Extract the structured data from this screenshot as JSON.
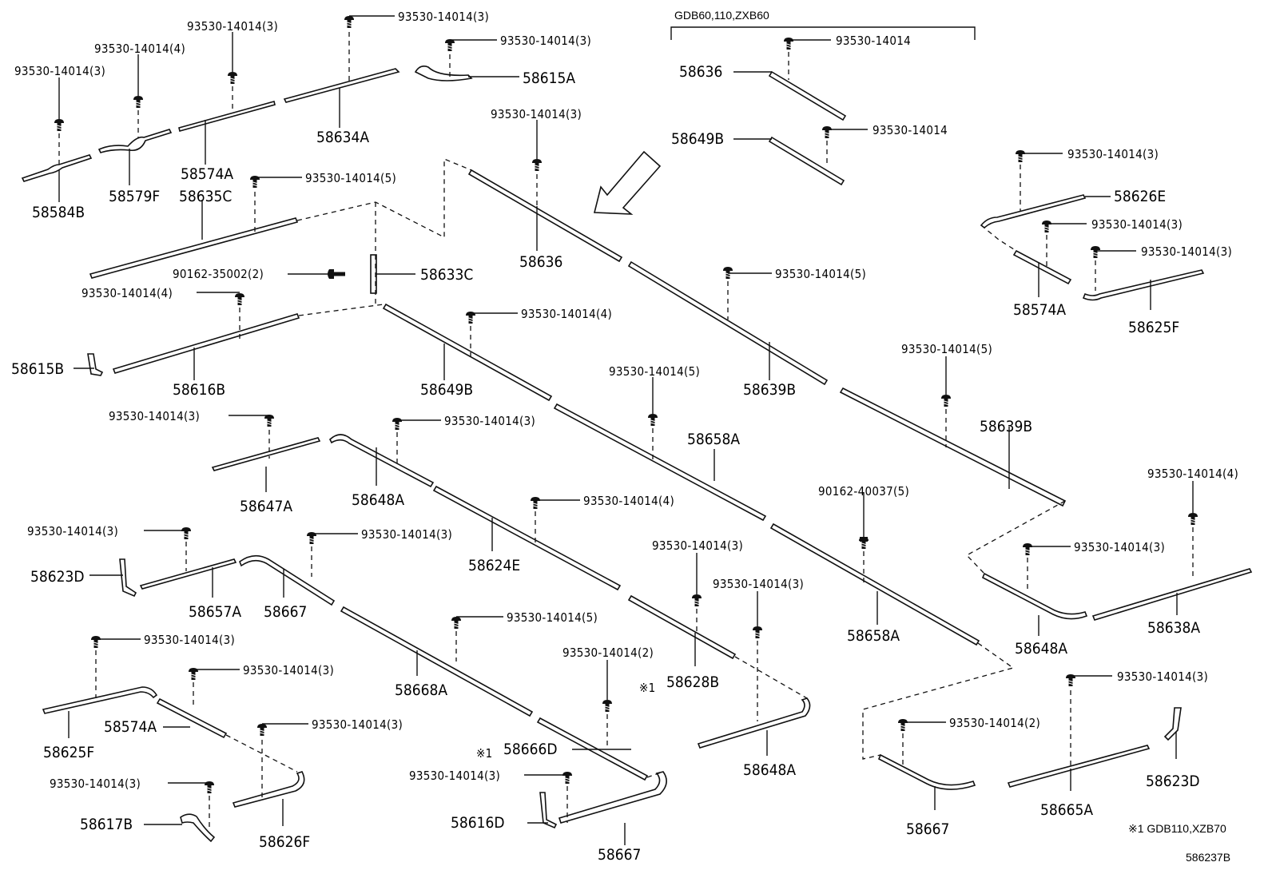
{
  "header": {
    "applicability": "GDB60,110,ZXB60"
  },
  "labels": {
    "s01": "93530-14014(3)",
    "s02": "93530-14014(3)",
    "s03": "93530-14014(3)",
    "s04": "93530-14014(4)",
    "s05": "93530-14014(3)",
    "s06": "93530-14014",
    "s07": "93530-14014(3)",
    "s08": "93530-14014",
    "s09": "93530-14014(3)",
    "s10": "93530-14014(3)",
    "s11": "93530-14014(3)",
    "s12": "93530-14014(5)",
    "s13": "93530-14014(5)",
    "s14": "93530-14014(4)",
    "s15": "93530-14014(4)",
    "s16": "93530-14014(5)",
    "s17": "93530-14014(5)",
    "s18": "93530-14014(3)",
    "s19": "93530-14014(3)",
    "s20": "93530-14014(4)",
    "s21": "93530-14014(4)",
    "s22": "93530-14014(3)",
    "s23": "93530-14014(3)",
    "s24": "93530-14014(3)",
    "s25": "93530-14014(3)",
    "s26": "93530-14014(3)",
    "s27": "93530-14014(5)",
    "s28": "93530-14014(2)",
    "s29": "93530-14014(3)",
    "s30": "93530-14014(3)",
    "s31": "93530-14014(3)",
    "s32": "93530-14014(3)",
    "s33": "93530-14014(2)",
    "s34": "93530-14014(3)",
    "s35": "93530-14014(3)",
    "b1": "90162-35002(2)",
    "b2": "90162-40037(5)",
    "p01": "58634A",
    "p02": "58615A",
    "p03": "58574A",
    "p04": "58584B",
    "p05": "58579F",
    "p06": "58635C",
    "p07": "58636",
    "p08": "58649B",
    "p09": "58626E",
    "p10": "58574A",
    "p11": "58625F",
    "p12": "58636",
    "p13": "58633C",
    "p14": "58615B",
    "p15": "58616B",
    "p16": "58649B",
    "p17": "58639B",
    "p18": "58639B",
    "p19": "58658A",
    "p20": "58647A",
    "p21": "58648A",
    "p22": "58624E",
    "p23": "58623D",
    "p24": "58657A",
    "p25": "58667",
    "p26": "58628B",
    "p27": "58648A",
    "p28": "58658A",
    "p29": "58648A",
    "p30": "58638A",
    "p31": "58668A",
    "p32": "58625F",
    "p33": "58574A",
    "p34": "58666D",
    "p35": "58616D",
    "p36": "58667",
    "p37": "58617B",
    "p38": "58626F",
    "p39": "58667",
    "p40": "58665A",
    "p41": "58623D",
    "mark1": "※1",
    "mark2": "※1",
    "footnote": "※1 GDB110,XZB70",
    "diagram_id": "586237B"
  }
}
